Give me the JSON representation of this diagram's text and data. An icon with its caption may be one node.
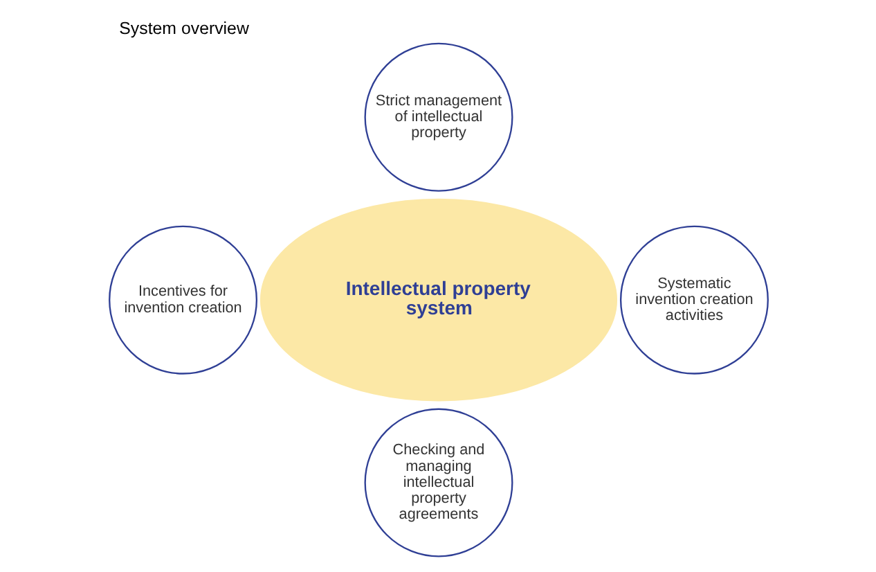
{
  "diagram": {
    "title": "System overview",
    "nodes": [
      {
        "text": [
          "Strict management of intellectual property"
        ]
      },
      {
        "text": [
          "Incentives for invention creation"
        ]
      },
      {
        "text": [
          "Intellectual property system"
        ]
      },
      {
        "text": [
          "Systematic invention creation activities"
        ]
      },
      {
        "text": [
          "Checking and managing intellectual property agreements"
        ]
      }
    ],
    "edges": []
  }
}
